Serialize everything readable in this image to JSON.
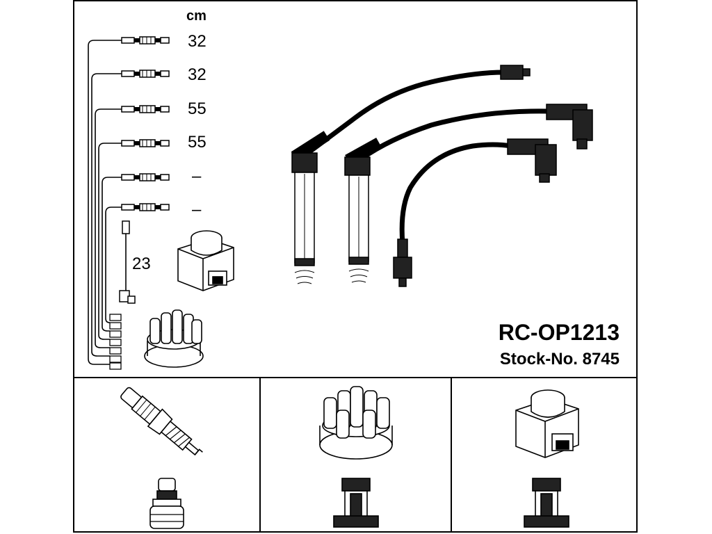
{
  "unit_label": "cm",
  "cable_lengths": [
    "32",
    "32",
    "55",
    "55",
    "–",
    "–"
  ],
  "coil_cable_length": "23",
  "product": {
    "code": "RC-OP1213",
    "stock_label": "Stock-No. 8745"
  },
  "components": {
    "top": [
      "spark-plug",
      "distributor-cap",
      "ignition-coil"
    ],
    "bottom": [
      "plug-connector",
      "cap-connector",
      "coil-connector"
    ]
  }
}
